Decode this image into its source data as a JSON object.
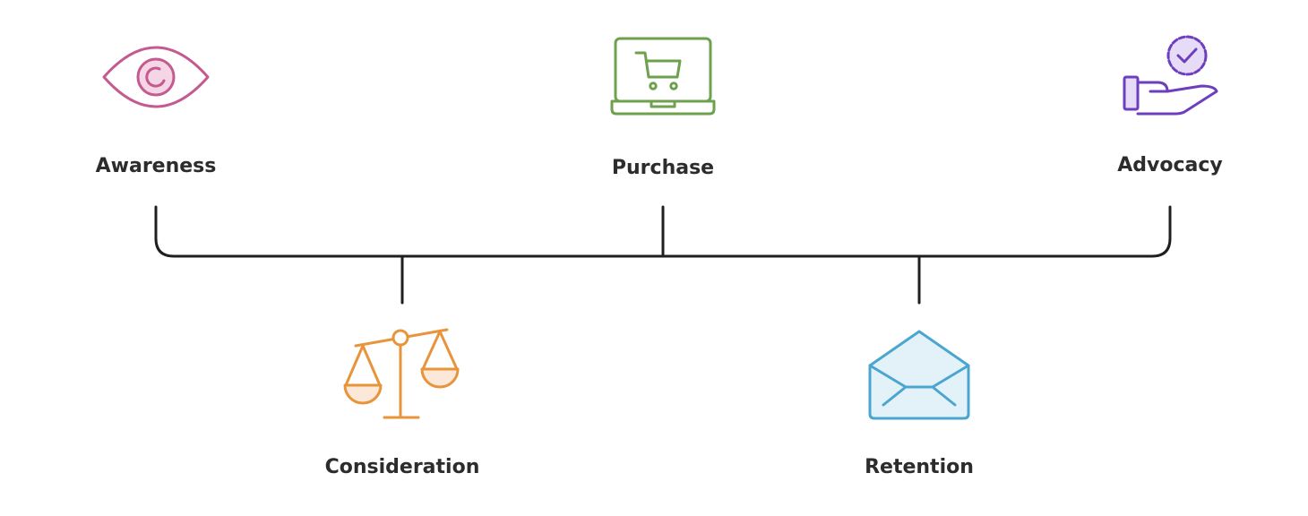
{
  "stages": [
    {
      "id": "awareness",
      "label": "Awareness",
      "icon": "eye-icon",
      "color": "#c45a8f",
      "tint": "#f5d6e6"
    },
    {
      "id": "consideration",
      "label": "Consideration",
      "icon": "scale-icon",
      "color": "#e8943a",
      "tint": "#fbe8d8"
    },
    {
      "id": "purchase",
      "label": "Purchase",
      "icon": "laptop-cart-icon",
      "color": "#6ea14d",
      "tint": "#ffffff"
    },
    {
      "id": "retention",
      "label": "Retention",
      "icon": "envelope-icon",
      "color": "#4aa6cf",
      "tint": "#e3f2f9"
    },
    {
      "id": "advocacy",
      "label": "Advocacy",
      "icon": "hand-badge-icon",
      "color": "#6d3fbf",
      "tint": "#e6dcf7"
    }
  ],
  "connector_color": "#1f1f1f"
}
